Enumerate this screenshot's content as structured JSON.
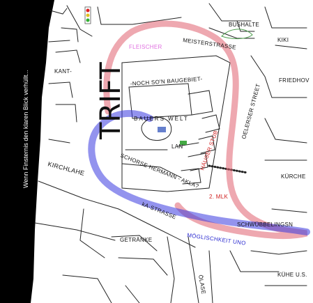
{
  "map": {
    "side_note": "Wenn Finsternis den klaren Blick verhüllt...",
    "labels": {
      "trift": "TRIFT",
      "fleischer": "FLEISCHER",
      "meisterstrasse": "MEISTERSTRASSE",
      "bushalte": "BUSHALTE",
      "kiki": "KIKI",
      "kant": "KANT-",
      "friedhov": "FRIEDHOV",
      "baugebiet": "-NOCH SO'N BAUGEBIET-",
      "oelerser": "OELERSER STREET",
      "bauers_welt": "BAUERS WELT",
      "lan": "LAN",
      "kirchlahe": "KIRCHLAHE",
      "schorse": "SCHORSE HERMANN - AKLA?",
      "kurche": "KÜRCHE",
      "mlk": "2. MLK",
      "kastrasse": "kA-STRASSE",
      "schwubbel": "SCHWÜBBELINGSN",
      "moglichkeit": "MÖGLISCHKEIT UNO",
      "getranke": "GETRÄNKE",
      "olase": "ÖLASE",
      "kuhe": "KÜHE U.S.",
      "hausermarkt": "HÄUSER STUB"
    },
    "route_colors": {
      "red_route": "#e06070",
      "blue_route": "#3a3ae0"
    }
  }
}
